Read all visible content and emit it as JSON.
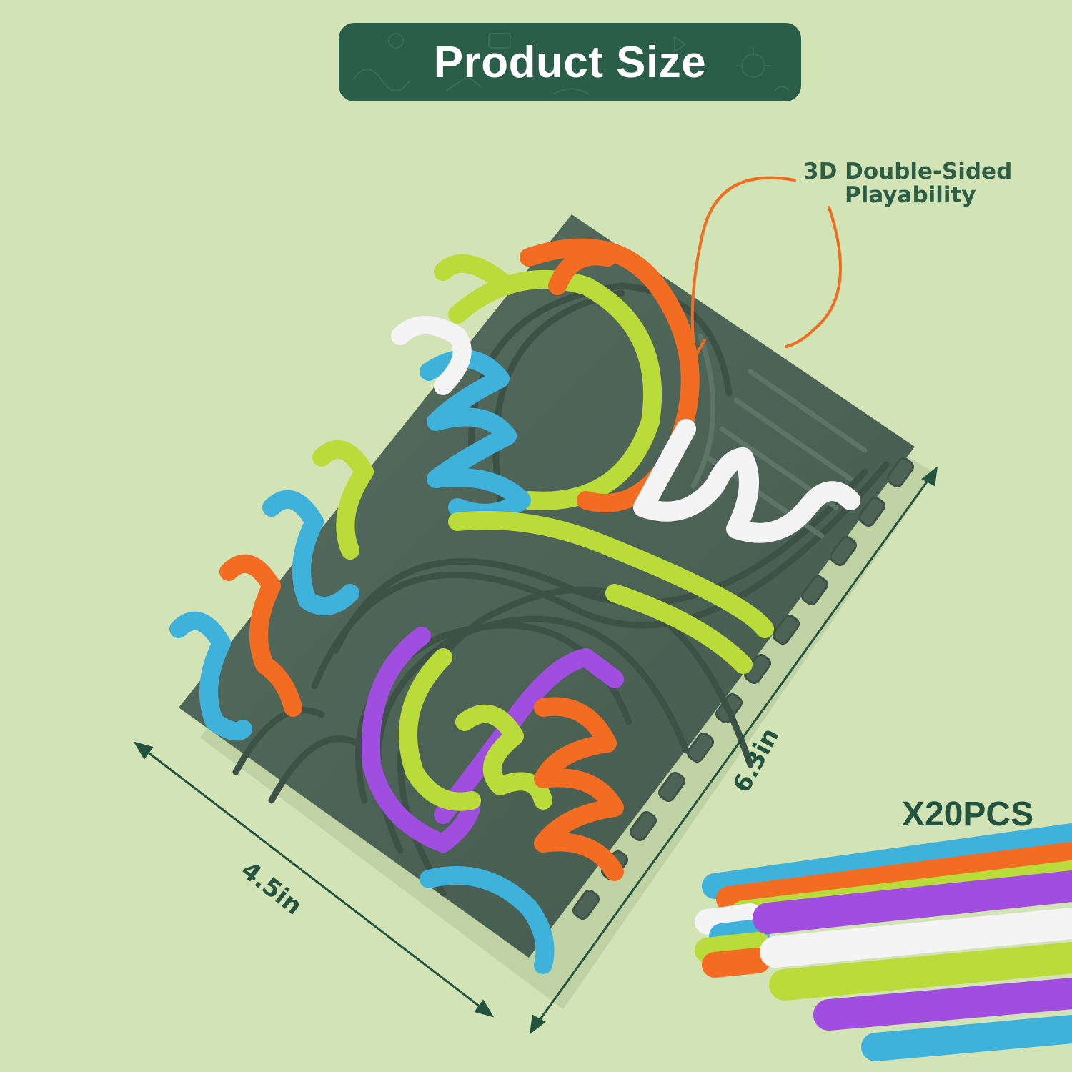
{
  "banner": {
    "title": "Product Size"
  },
  "callout": {
    "line1": "3D Double-Sided",
    "line2": "Playability"
  },
  "dimensions": {
    "width": "4.5in",
    "height": "6.3in"
  },
  "quantity": {
    "label": "X20PCS"
  },
  "colors": {
    "background": "#d2e3b6",
    "banner": "#2a5e48",
    "board": "#4d6356",
    "accent_arrow": "#f06d1f",
    "stick_blue": "#3fb2dc",
    "stick_orange": "#f26c21",
    "stick_lime": "#b9dc3a",
    "stick_purple": "#a04ee0",
    "stick_white": "#f4f4f4",
    "text_dark_green": "#24533f"
  }
}
